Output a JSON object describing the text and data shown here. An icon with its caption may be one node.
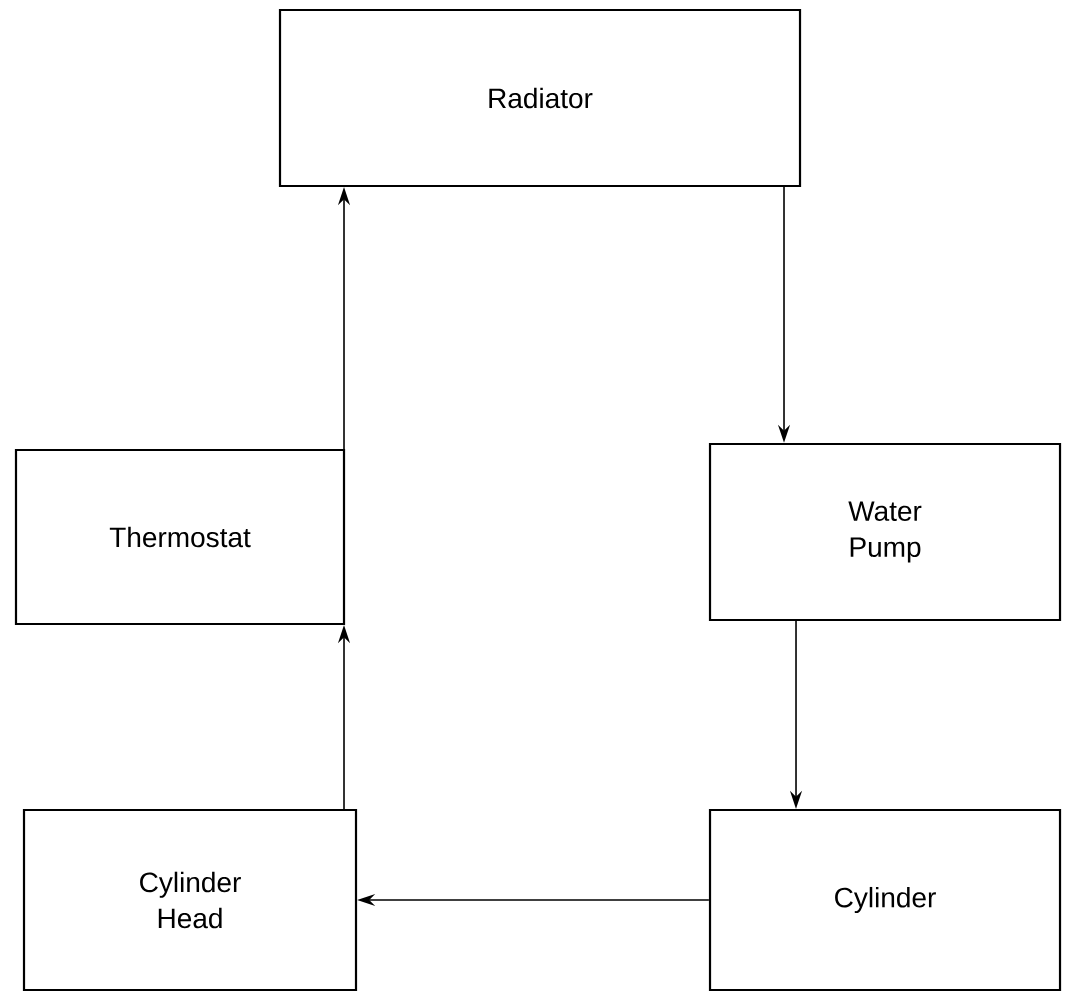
{
  "diagram": {
    "nodes": [
      {
        "text": [
          "Radiator"
        ]
      },
      {
        "text": [
          "Thermostat"
        ]
      },
      {
        "text": [
          "Water Pump"
        ]
      },
      {
        "text": [
          "Cylinder Head"
        ]
      },
      {
        "text": [
          "Cylinder"
        ]
      }
    ],
    "edges": [
      {
        "from": 4,
        "to": 3,
        "arrow": "to"
      },
      {
        "from": 3,
        "to": 1,
        "arrow": "to"
      },
      {
        "from": 1,
        "to": 0,
        "arrow": "to"
      },
      {
        "from": 0,
        "to": 2,
        "arrow": "to"
      },
      {
        "from": 2,
        "to": 4,
        "arrow": "to"
      }
    ]
  }
}
